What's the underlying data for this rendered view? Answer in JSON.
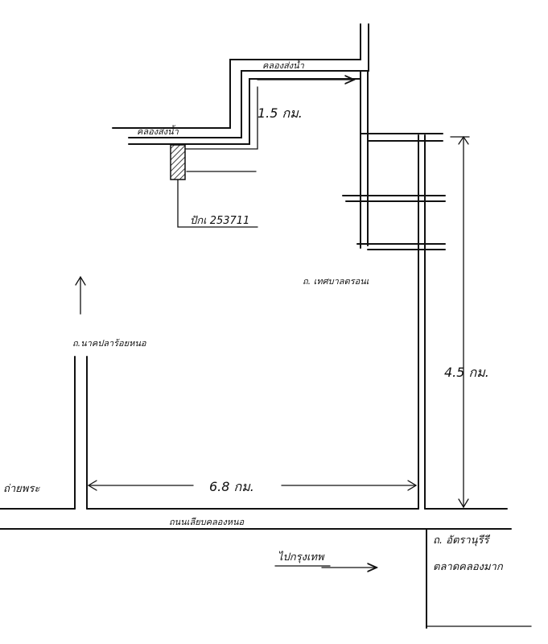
{
  "labels": {
    "canal_top": "คลองส่งน้ำ",
    "canal_left": "คลองส่งน้ำ",
    "dist_canal": "1.5 กม.",
    "pole": "ปักเ 253711",
    "road_right": "ถ. เทศบาลตรอนเ",
    "dist_vertical": "4.5 กม.",
    "road_left_top": "ถ.นาคปลาร้อยหนอ",
    "dist_horizontal": "6.8 กม.",
    "left_road": "ถ่ายพระ",
    "main_road": "ถนนเลียบคลองหนอ",
    "to_city": "ไปกรุงเทพ",
    "bottom_right_1": "ถ. อัตรานุรีรี",
    "bottom_right_2": "ตลาดคลองมาก"
  }
}
